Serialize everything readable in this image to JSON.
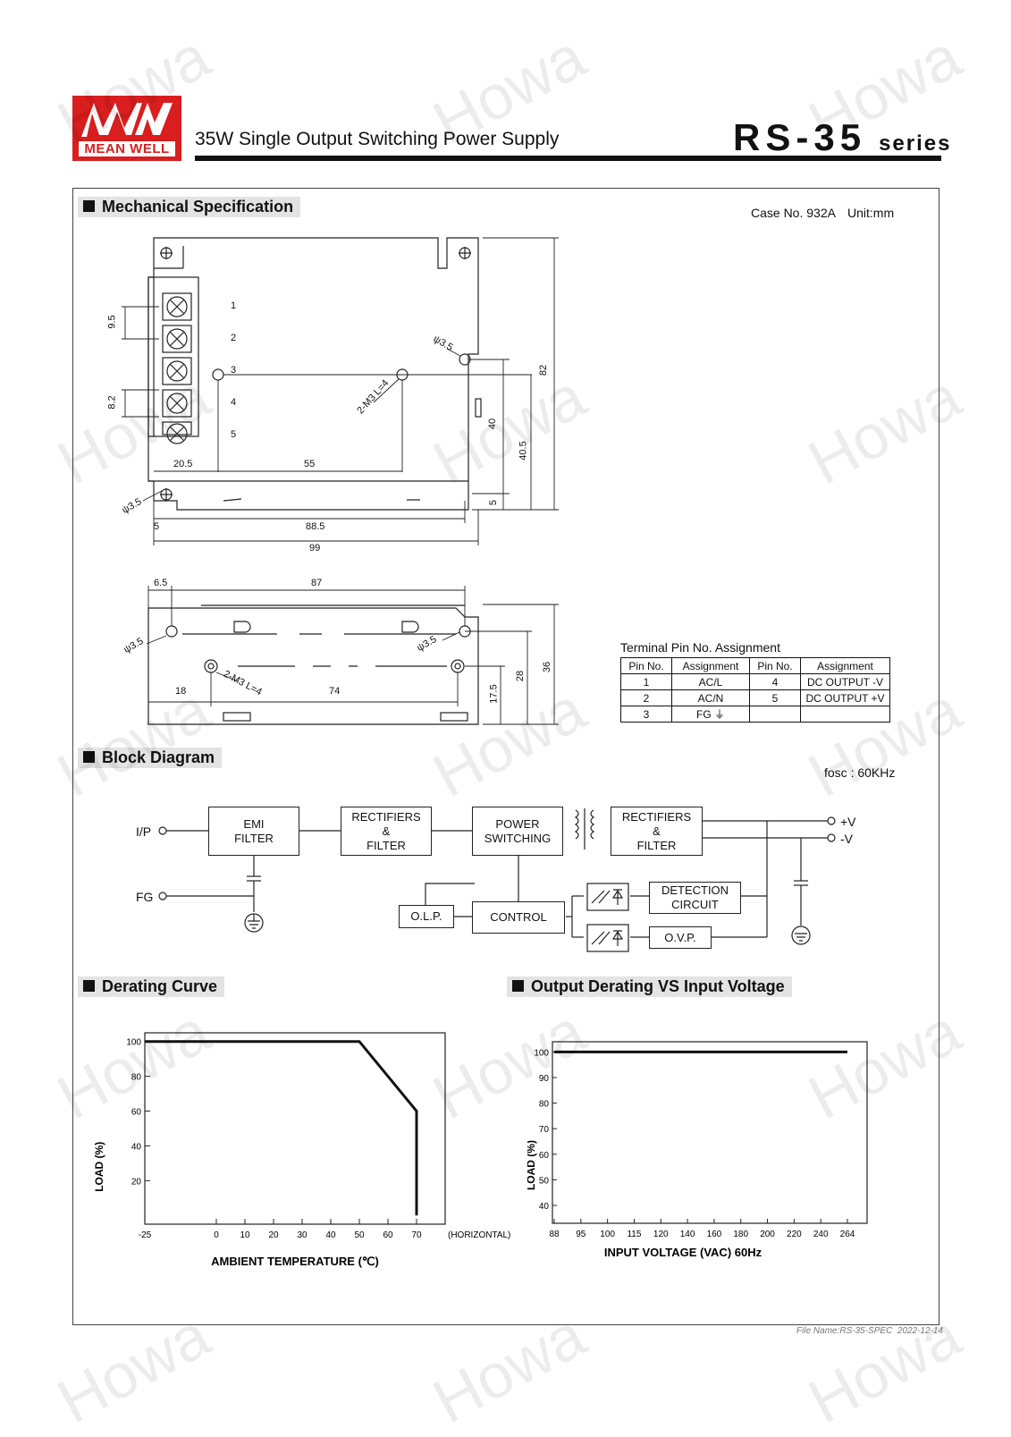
{
  "brand": {
    "logo_text": "MEAN WELL",
    "color": "#d81e1e"
  },
  "header": {
    "subtitle": "35W Single Output Switching Power Supply",
    "model": "RS-35",
    "series": "series"
  },
  "mechanical": {
    "title": "Mechanical Specification",
    "case_info": "Case No. 932A",
    "unit": "Unit:mm",
    "top_view": {
      "terminal_numbers": [
        "1",
        "2",
        "3",
        "4",
        "5"
      ],
      "dims": {
        "pitch_a": "9.5",
        "pitch_b": "8.2",
        "d1": "20.5",
        "d2": "55",
        "d3": "5",
        "d4": "88.5",
        "d5": "99",
        "v1": "82",
        "v2": "40",
        "v3": "40.5",
        "v4": "5",
        "hole1": "ψ3.5",
        "hole2": "ψ3.5",
        "screw": "2-M3 L=4"
      }
    },
    "side_view": {
      "dims": {
        "d1": "6.5",
        "d2": "87",
        "d3": "18",
        "d4": "74",
        "v1": "17.5",
        "v2": "28",
        "v3": "36",
        "hole1": "ψ3.5",
        "hole2": "ψ3.5",
        "screw": "2-M3 L=4"
      }
    }
  },
  "terminal_table": {
    "title": "Terminal Pin No.  Assignment",
    "headers": [
      "Pin No.",
      "Assignment",
      "Pin No.",
      "Assignment"
    ],
    "rows": [
      [
        "1",
        "AC/L",
        "4",
        "DC OUTPUT -V"
      ],
      [
        "2",
        "AC/N",
        "5",
        "DC OUTPUT +V"
      ],
      [
        "3",
        "FG ⏚",
        "",
        ""
      ]
    ]
  },
  "block_diagram": {
    "title": "Block Diagram",
    "fosc": "fosc : 60KHz",
    "labels": {
      "ip": "I/P",
      "fg": "FG",
      "pos": "+V",
      "neg": "-V"
    },
    "blocks": {
      "emi": "EMI\nFILTER",
      "rect1": "RECTIFIERS\n&\nFILTER",
      "power": "POWER\nSWITCHING",
      "rect2": "RECTIFIERS\n&\nFILTER",
      "detect": "DETECTION\nCIRCUIT",
      "olp": "O.L.P.",
      "control": "CONTROL",
      "ovp": "O.V.P."
    }
  },
  "derating": {
    "title": "Derating Curve",
    "chart_data": {
      "type": "line",
      "x": [
        -25,
        50,
        70,
        70
      ],
      "y": [
        100,
        100,
        60,
        0
      ],
      "xticks": [
        "-25",
        "0",
        "10",
        "20",
        "30",
        "40",
        "50",
        "60",
        "70"
      ],
      "xtick_values": [
        -25,
        0,
        10,
        20,
        30,
        40,
        50,
        60,
        70
      ],
      "xnote": "(HORIZONTAL)",
      "yticks": [
        "20",
        "40",
        "60",
        "80",
        "100"
      ],
      "ytick_values": [
        20,
        40,
        60,
        80,
        100
      ],
      "xlabel": "AMBIENT TEMPERATURE (℃)",
      "ylabel": "LOAD (%)",
      "xlim": [
        -25,
        80
      ],
      "ylim": [
        -5,
        105
      ]
    }
  },
  "input_derating": {
    "title": "Output Derating VS Input Voltage",
    "chart_data": {
      "type": "line",
      "categories": [
        "88",
        "95",
        "100",
        "115",
        "120",
        "140",
        "160",
        "180",
        "200",
        "220",
        "240",
        "264"
      ],
      "y": [
        100,
        100,
        100,
        100,
        100,
        100,
        100,
        100,
        100,
        100,
        100,
        100
      ],
      "yticks": [
        "40",
        "50",
        "60",
        "70",
        "80",
        "90",
        "100"
      ],
      "ytick_values": [
        40,
        50,
        60,
        70,
        80,
        90,
        100
      ],
      "xlabel": "INPUT VOLTAGE (VAC) 60Hz",
      "ylabel": "LOAD (%)",
      "ylim": [
        33,
        104
      ]
    }
  },
  "watermark": "Howa",
  "footer": {
    "file": "File Name:RS-35-SPEC",
    "date": "2022-12-14"
  }
}
